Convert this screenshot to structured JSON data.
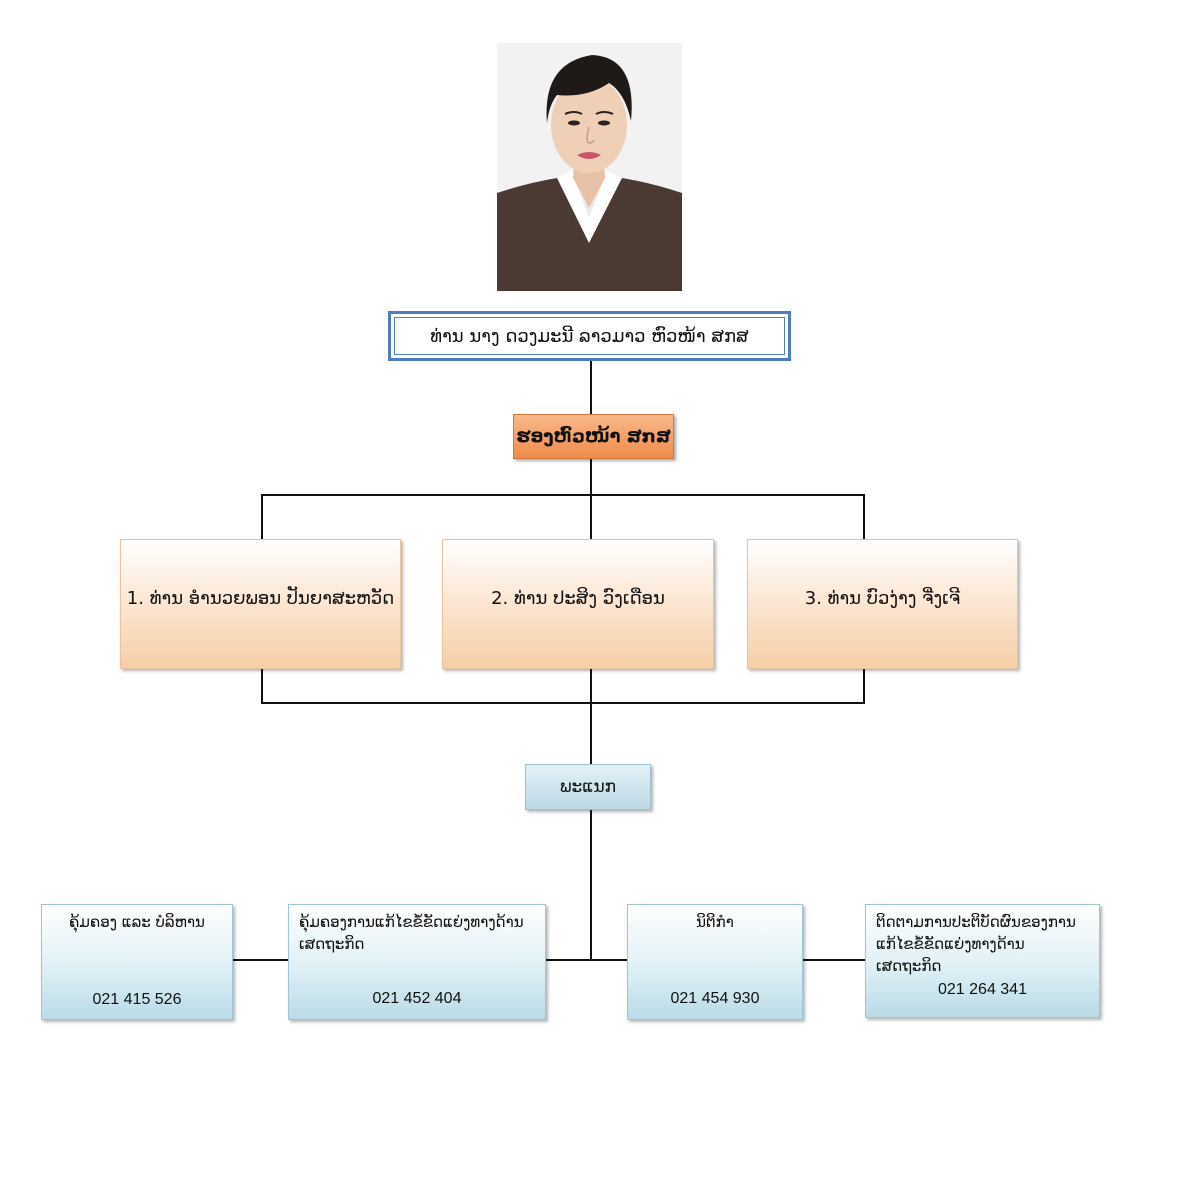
{
  "head": {
    "title": "ທ່ານ ນາງ ດວງມະນີ ລາວມາວ ຫົວໜ້າ ສກສ"
  },
  "deputy": {
    "label": "ຮອງຫົວໜ້າ ສກສ"
  },
  "deputies": [
    {
      "label": "1. ທ່ານ ອໍານວຍພອນ ປັນຍາສະຫວັດ"
    },
    {
      "label": "2. ທ່ານ ປະສິງ ວົງເດືອນ"
    },
    {
      "label": "3. ທ່ານ ບົວງ່າງ ຈີ່ງເຈີ"
    }
  ],
  "department": {
    "label": "ພະແນກ"
  },
  "units": [
    {
      "title": "ຄຸ້ມຄອງ ແລະ ບໍລິຫານ",
      "phone": "021 415 526"
    },
    {
      "title": "ຄຸ້ມຄອງການແກ້ໄຂຂໍ້ຂັດແຍ່ງທາງດ້ານເສດຖະກິດ",
      "phone": "021 452 404"
    },
    {
      "title": "ນິຕິກໍາ",
      "phone": "021 454 930"
    },
    {
      "title": "ຕິດຕາມການປະຕິບັດຜົນຂອງການແກ້ໄຂຂໍ້ຂັດແຍ່ງທາງດ້ານເສດຖະກິດ",
      "phone": "021 264 341"
    }
  ],
  "colors": {
    "head_border": "#4f7dbd",
    "deputy_fill": "#f08b4c",
    "person_fill": "#f7cfa6",
    "dept_fill": "#bcd9e6",
    "unit_fill": "#b9dbe8"
  }
}
